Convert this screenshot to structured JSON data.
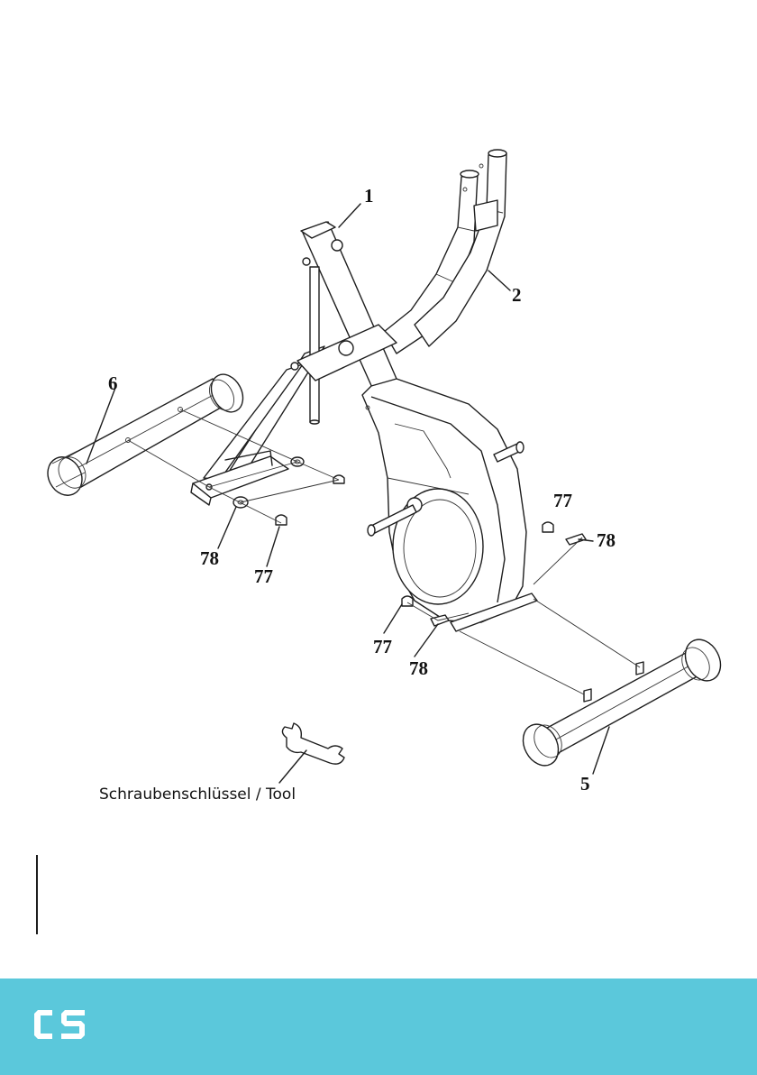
{
  "callouts": {
    "c1": "1",
    "c2": "2",
    "c5": "5",
    "c6": "6",
    "c77a": "77",
    "c77b": "77",
    "c77c": "77",
    "c78a": "78",
    "c78b": "78",
    "c78c": "78"
  },
  "tool_label": "Schraubenschlüssel  /  Tool",
  "colors": {
    "footer": "#5bc8db",
    "line": "#1e1e1e",
    "logo": "#ffffff"
  },
  "logo_icon": "brand-logo-icon"
}
